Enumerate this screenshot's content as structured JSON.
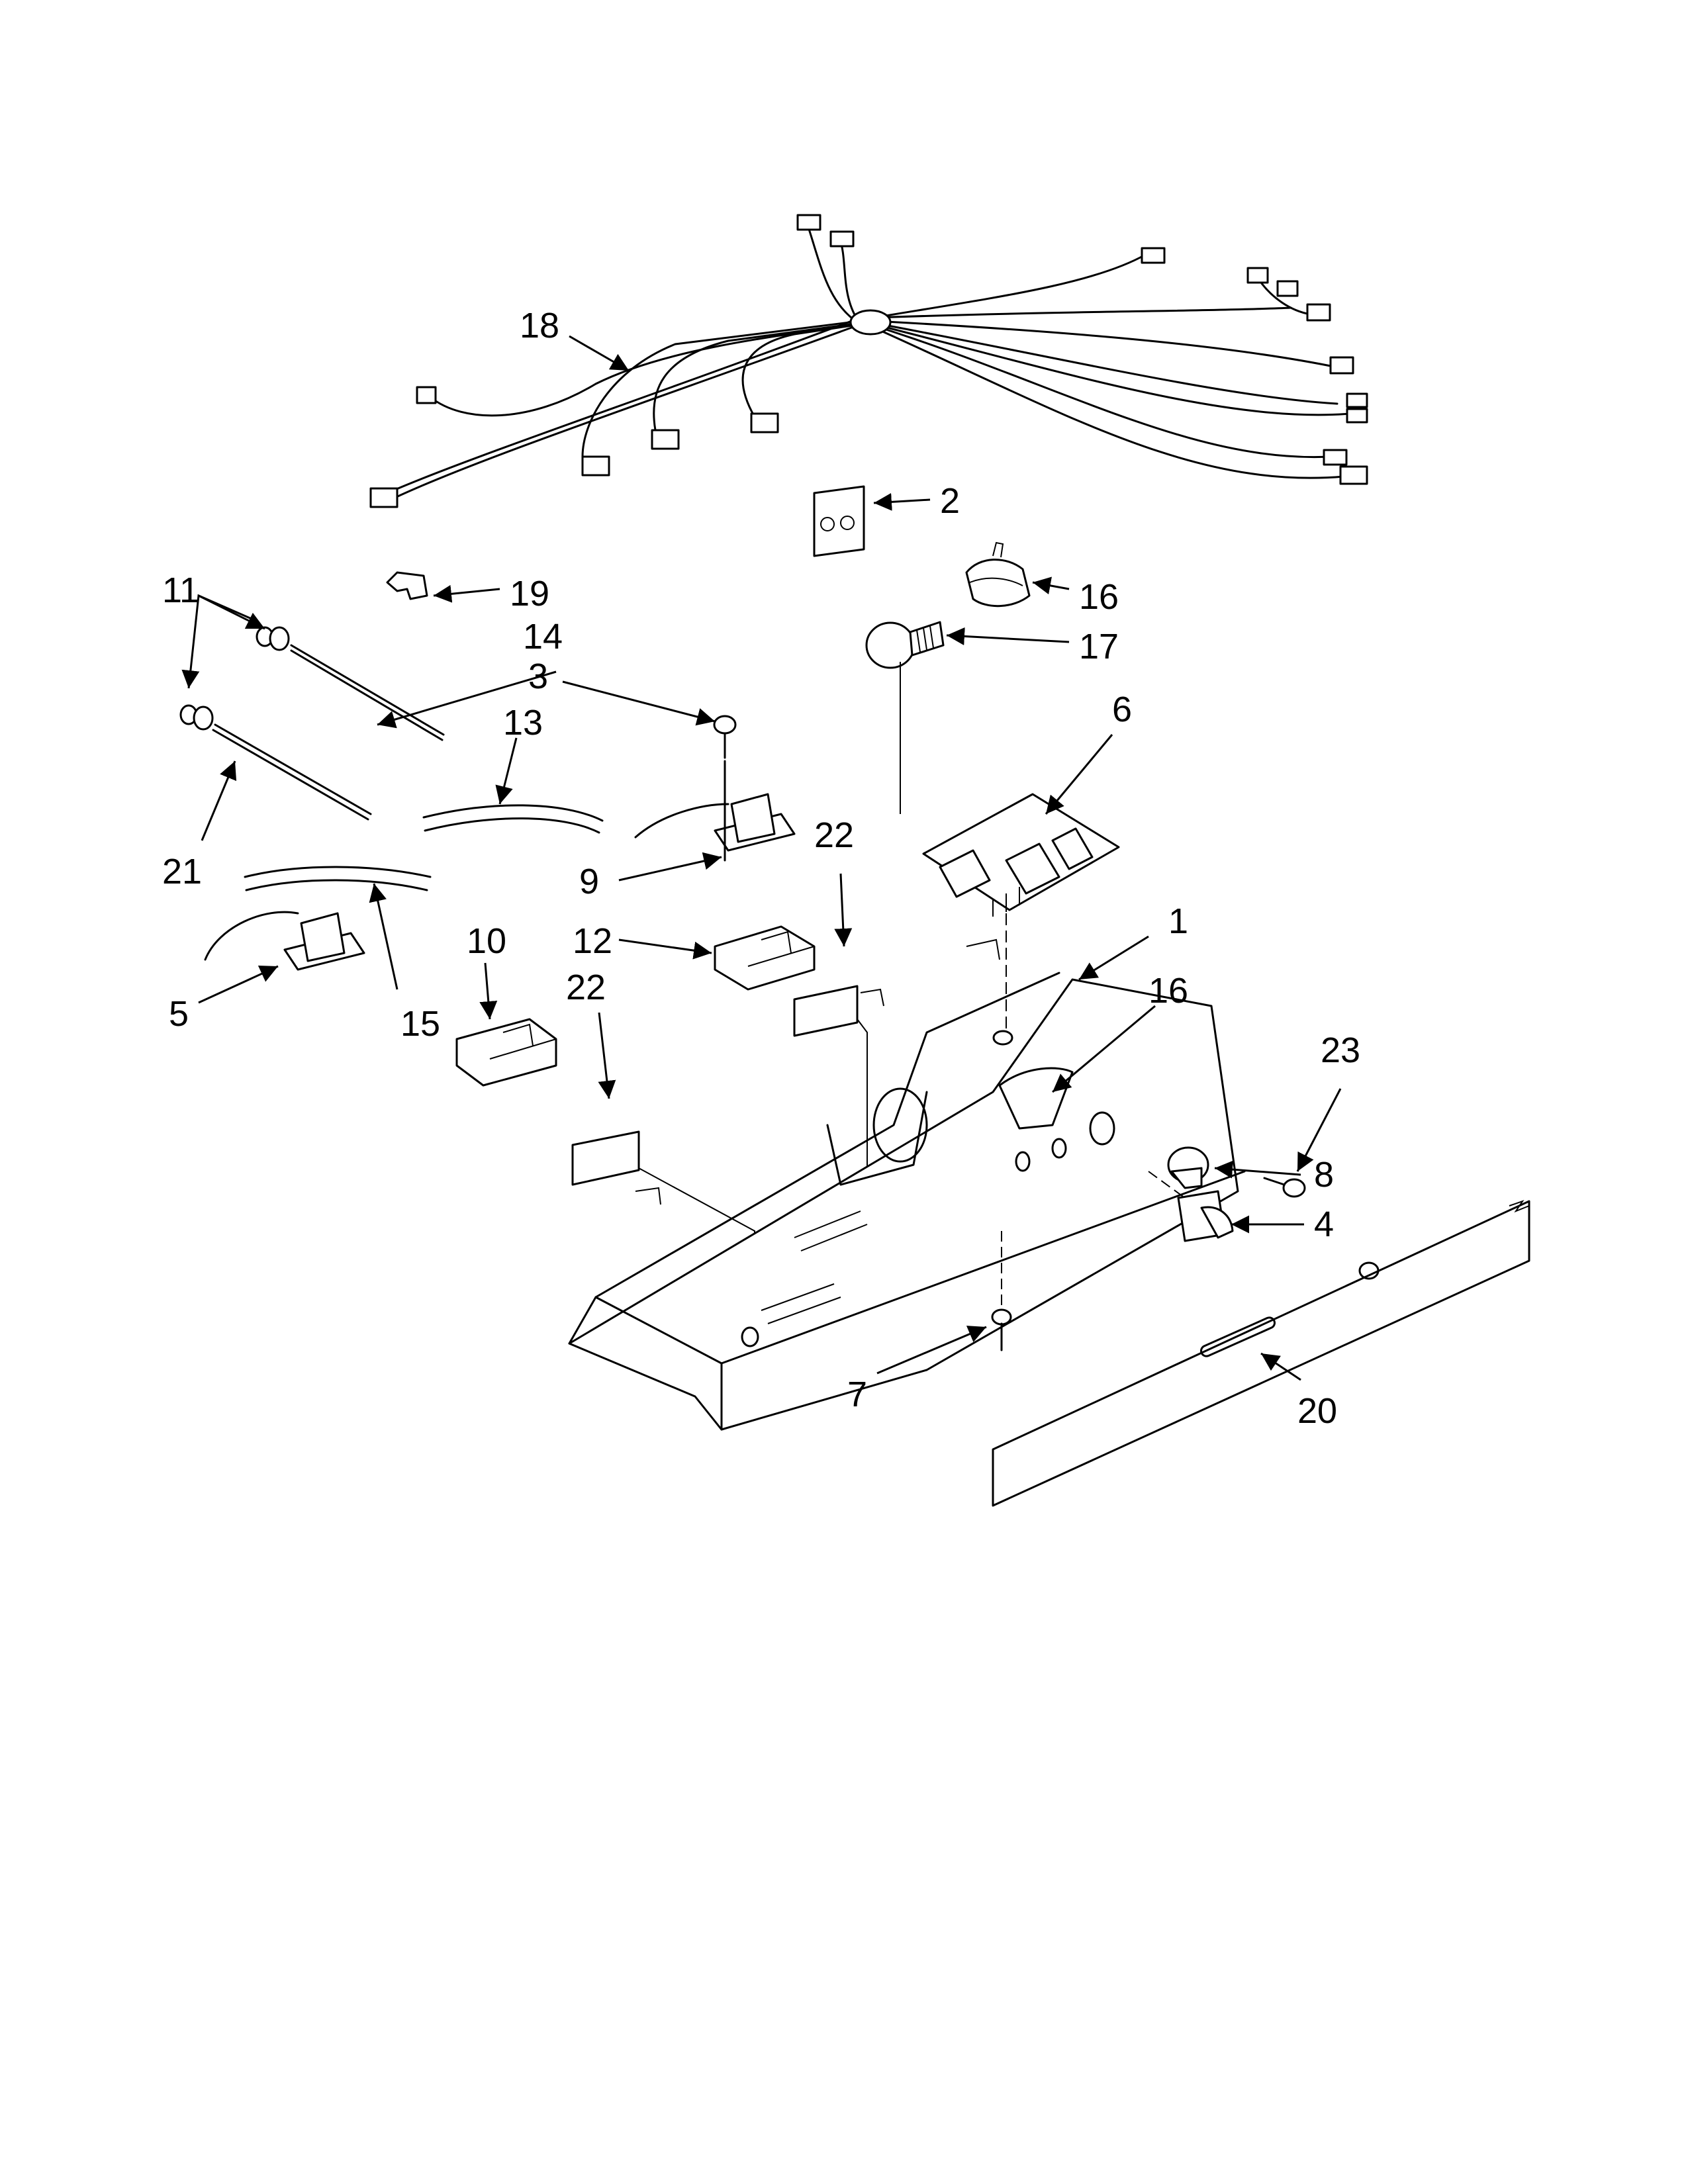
{
  "callouts": [
    {
      "id": "c1",
      "label": "1"
    },
    {
      "id": "c2",
      "label": "2"
    },
    {
      "id": "c3",
      "label": "3"
    },
    {
      "id": "c4",
      "label": "4"
    },
    {
      "id": "c5",
      "label": "5"
    },
    {
      "id": "c6",
      "label": "6"
    },
    {
      "id": "c7",
      "label": "7"
    },
    {
      "id": "c8",
      "label": "8"
    },
    {
      "id": "c9",
      "label": "9"
    },
    {
      "id": "c10",
      "label": "10"
    },
    {
      "id": "c11",
      "label": "11"
    },
    {
      "id": "c12",
      "label": "12"
    },
    {
      "id": "c13",
      "label": "13"
    },
    {
      "id": "c14",
      "label": "14"
    },
    {
      "id": "c15",
      "label": "15"
    },
    {
      "id": "c16a",
      "label": "16"
    },
    {
      "id": "c16b",
      "label": "16"
    },
    {
      "id": "c17",
      "label": "17"
    },
    {
      "id": "c18",
      "label": "18"
    },
    {
      "id": "c19",
      "label": "19"
    },
    {
      "id": "c20",
      "label": "20"
    },
    {
      "id": "c21",
      "label": "21"
    },
    {
      "id": "c22a",
      "label": "22"
    },
    {
      "id": "c22b",
      "label": "22"
    },
    {
      "id": "c23",
      "label": "23"
    }
  ]
}
